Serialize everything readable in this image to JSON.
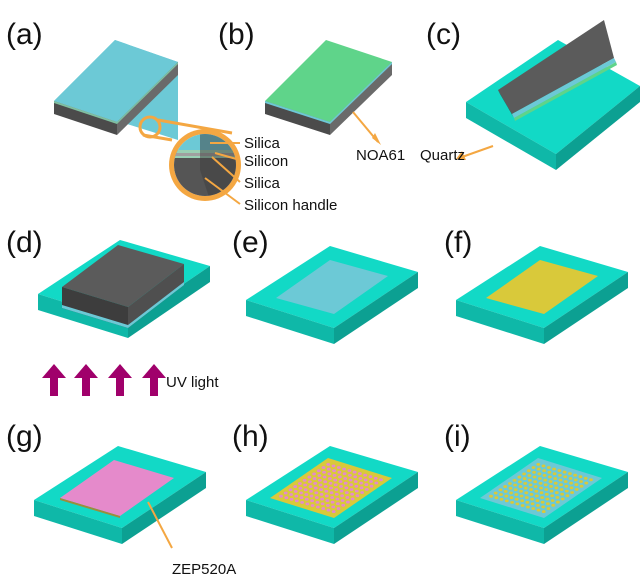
{
  "panels": {
    "a": "(a)",
    "b": "(b)",
    "c": "(c)",
    "d": "(d)",
    "e": "(e)",
    "f": "(f)",
    "g": "(g)",
    "h": "(h)",
    "i": "(i)"
  },
  "labels": {
    "silica_top": "Silica",
    "silicon": "Silicon",
    "silica_bottom": "Silica",
    "silicon_handle": "Silicon handle",
    "noa61": "NOA61",
    "quartz": "Quartz",
    "uv_light": "UV light",
    "zep520a": "ZEP520A"
  },
  "colors": {
    "silica": "#6cc9d6",
    "noa61_green": "#5fd48a",
    "silicon_gray": "#666666",
    "quartz_cyan": "#12d9c6",
    "gold_yellow": "#d9c93a",
    "resist_pink": "#e58acb",
    "uv_magenta": "#a0006b",
    "callout_orange": "#f4a742"
  }
}
